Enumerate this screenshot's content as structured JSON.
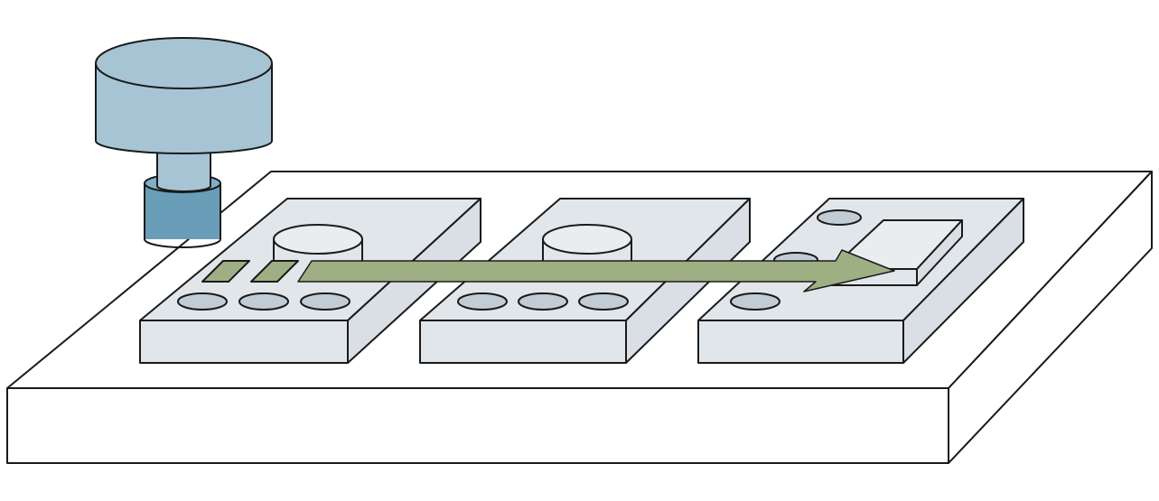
{
  "diagram": {
    "description_labels": [],
    "colors": {
      "background": "#ffffff",
      "stroke": "#1a1a1a",
      "base_top": "#ffffff",
      "base_front": "#ffffff",
      "module_top": "#e1e6ea",
      "module_front": "#e1e6ea",
      "module_side": "#d7dde2",
      "well_fill": "#c2ccd5",
      "sensor_head": "#a7c4d4",
      "sensor_neck": "#a7c4d4",
      "sensor_nozzle": "#6a9db8",
      "arrow_fill": "#9eaf83",
      "strip_fill": "#9eaf83"
    },
    "components": {
      "platform": "base-platform",
      "head": "dispensing-head-icon",
      "modules": [
        "module-left",
        "module-middle",
        "module-right"
      ],
      "arrow": "transfer-arrow"
    }
  }
}
